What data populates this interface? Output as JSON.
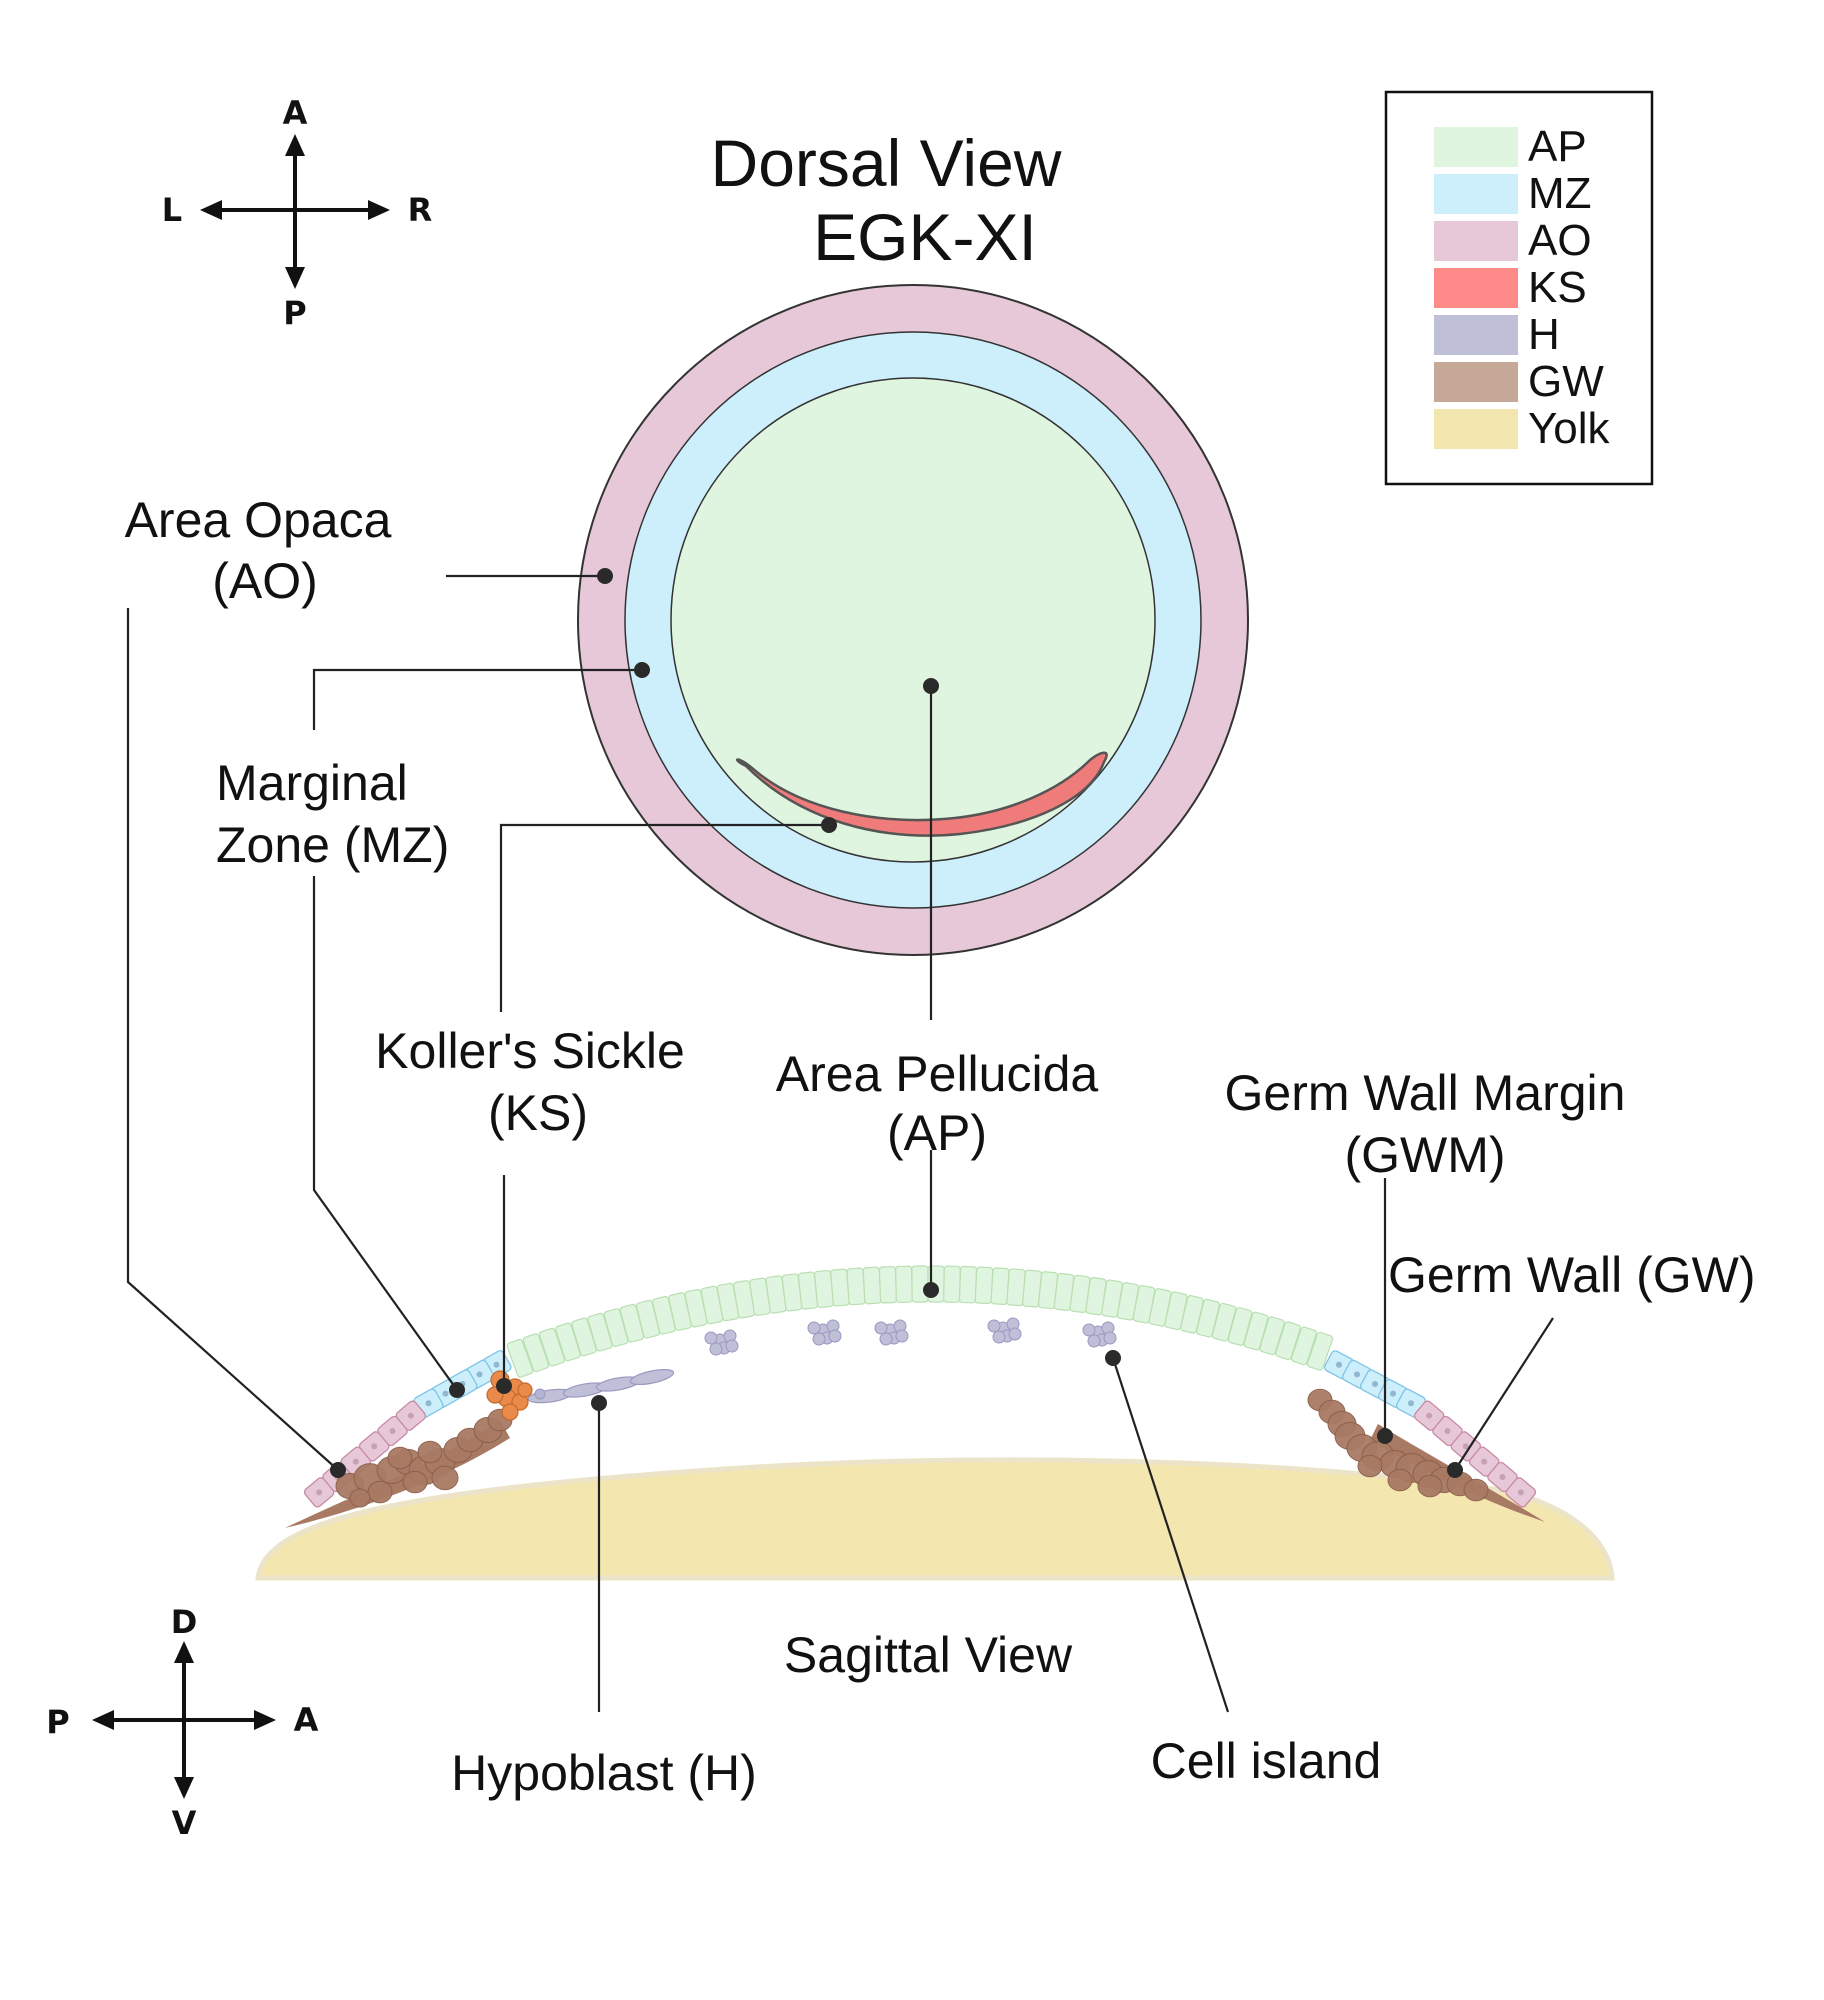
{
  "title": {
    "line1": "Dorsal View",
    "line2": "EGK-XI"
  },
  "sagittal_title": "Sagittal View",
  "compass_dorsal": {
    "up": "A",
    "down": "P",
    "left": "L",
    "right": "R"
  },
  "compass_sagittal": {
    "up": "D",
    "down": "V",
    "left": "P",
    "right": "A"
  },
  "labels": {
    "area_opaca": [
      "Area Opaca",
      "(AO)"
    ],
    "marginal_zone": [
      "Marginal",
      "Zone (MZ)"
    ],
    "kollers_sickle": [
      "Koller's Sickle",
      "(KS)"
    ],
    "area_pellucida": [
      "Area Pellucida",
      "(AP)"
    ],
    "germ_wall_margin": [
      "Germ Wall Margin",
      "(GWM)"
    ],
    "germ_wall": "Germ Wall (GW)",
    "hypoblast": "Hypoblast (H)",
    "cell_island": "Cell island"
  },
  "legend": [
    {
      "abbr": "AP",
      "color": "#e0f5df"
    },
    {
      "abbr": "MZ",
      "color": "#cdeefb"
    },
    {
      "abbr": "AO",
      "color": "#e6c8d8"
    },
    {
      "abbr": "KS",
      "color": "#ff8a8a"
    },
    {
      "abbr": "H",
      "color": "#c0bfd8"
    },
    {
      "abbr": "GW",
      "color": "#c6a898"
    },
    {
      "abbr": "Yolk",
      "color": "#f3e6ae"
    }
  ],
  "colors": {
    "area_pellucida": "#e0f5df",
    "marginal_zone": "#cdeefb",
    "area_opaca": "#e6c8d8",
    "kollers_sickle": "#f07b7b",
    "hypoblast": "#c0bfd8",
    "germ_wall": "#a87a64",
    "yolk": "#f3e6ae",
    "sickle_cells": "#e98a4a"
  }
}
